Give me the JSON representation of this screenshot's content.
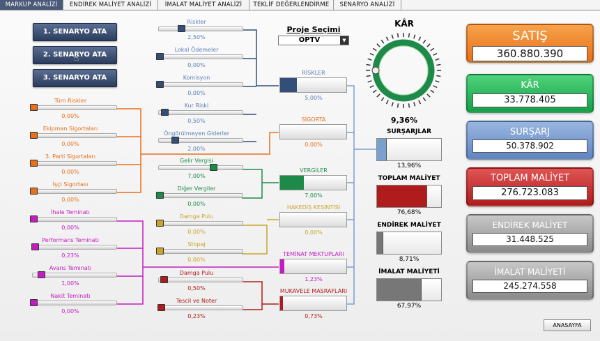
{
  "tabs": [
    "MARKUP ANALİZİ",
    "ENDİREK MALİYET ANALİZİ",
    "İMALAT MALİYET ANALİZİ",
    "TEKLİF DEĞERLENDİRME",
    "SENARYO ANALİZİ"
  ],
  "scenario_buttons": [
    "1. SENARYO ATA",
    "2. SENARYO ATA",
    "3. SENARYO ATA"
  ],
  "proje": {
    "label": "Proje Seçimi",
    "value": "OPTV"
  },
  "kar_gauge": {
    "title": "KÂR",
    "percent": "9,36%"
  },
  "blue_inputs": [
    {
      "label": "Riskler",
      "value": "2,50%",
      "level": 0.28
    },
    {
      "label": "Lokal Ödemeler",
      "value": "0,00%",
      "level": 0
    },
    {
      "label": "Komisyon",
      "value": "0,00%",
      "level": 0
    },
    {
      "label": "Kur Riski",
      "value": "0,50%",
      "level": 0.06
    },
    {
      "label": "Öngörülmeyen Giderler",
      "value": "2,00%",
      "level": 0.2
    }
  ],
  "orange_inputs": [
    {
      "label": "Tüm Riskler",
      "value": "0,00%",
      "level": 0
    },
    {
      "label": "Ekipman Sigortaları",
      "value": "0,00%",
      "level": 0
    },
    {
      "label": "3. Parti Sigortaları",
      "value": "0,00%",
      "level": 0
    },
    {
      "label": "İşçi Sigortası",
      "value": "0,00%",
      "level": 0
    }
  ],
  "green_inputs": [
    {
      "label": "Gelir Vergisi",
      "value": "7,00%",
      "level": 0.7
    },
    {
      "label": "Diğer Vergiler",
      "value": "0,00%",
      "level": 0
    }
  ],
  "yellow_inputs": [
    {
      "label": "Damga Pulu",
      "value": "0,00%",
      "level": 0
    },
    {
      "label": "Stopaj",
      "value": "0,00%",
      "level": 0
    }
  ],
  "magenta_inputs": [
    {
      "label": "İhale Teminatı",
      "value": "0,00%",
      "level": 0
    },
    {
      "label": "Performans Teminatı",
      "value": "0,23%",
      "level": 0.02
    },
    {
      "label": "Avans Teminatı",
      "value": "1,00%",
      "level": 0.1
    },
    {
      "label": "Nakit Teminatı",
      "value": "0,00%",
      "level": 0
    }
  ],
  "red_inputs": [
    {
      "label": "Damga Pulu",
      "value": "0,50%",
      "level": 0.05
    },
    {
      "label": "Tescil ve Noter",
      "value": "0,23%",
      "level": 0.02
    }
  ],
  "groups": [
    {
      "label": "RİSKLER",
      "value": "5,00%",
      "fill": 0.25
    },
    {
      "label": "SİGORTA",
      "value": "0,00%",
      "fill": 0
    },
    {
      "label": "VERGİLER",
      "value": "7,00%",
      "fill": 0.35
    },
    {
      "label": "HAKEDİŞ KESİNTİSİ",
      "value": "0,00%",
      "fill": 0
    },
    {
      "label": "TEMİNAT MEKTUPLARI",
      "value": "1,23%",
      "fill": 0.06
    },
    {
      "label": "MUKAVELE MASRAFLARI",
      "value": "0,73%",
      "fill": 0.03
    }
  ],
  "summary": [
    {
      "label": "SURŞARJLAR",
      "value": "13,96%",
      "fill": 0.1396
    },
    {
      "label": "TOPLAM MALİYET",
      "value": "76,68%",
      "fill": 0.7668
    },
    {
      "label": "ENDİREK MALİYET",
      "value": "8,71%",
      "fill": 0.0871
    },
    {
      "label": "İMALAT MALİYETİ",
      "value": "67,97%",
      "fill": 0.6797
    }
  ],
  "cards": [
    {
      "title": "SATIŞ",
      "value": "360.880.390"
    },
    {
      "title": "KÂR",
      "value": "33.778.405"
    },
    {
      "title": "SURŞARJ",
      "value": "50.378.902"
    },
    {
      "title": "TOPLAM MALİYET",
      "value": "276.723.083"
    },
    {
      "title": "ENDİREK MALİYET",
      "value": "31.448.525"
    },
    {
      "title": "İMALAT MALİYETİ",
      "value": "245.274.558"
    }
  ],
  "home_button": "ANASAYFA",
  "colors": {
    "blue": "#334f78",
    "orange": "#e8701a",
    "green": "#1e8a4a",
    "yellow": "#c9a42a",
    "magenta": "#c41cc1",
    "red": "#b01c1c",
    "group_blue": "#7aa0d0"
  }
}
